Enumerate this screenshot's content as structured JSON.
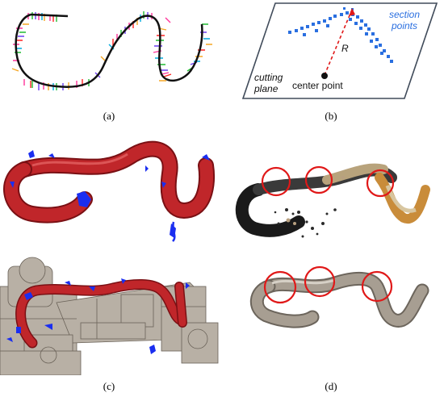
{
  "figure": {
    "captions": {
      "a": "(a)",
      "b": "(b)",
      "c": "(c)",
      "d": "(d)"
    },
    "panel_b": {
      "label_section_points": [
        "section",
        "points"
      ],
      "label_cutting_plane": [
        "cutting",
        "plane"
      ],
      "label_center_point": "center point",
      "label_radius": "R"
    }
  },
  "colors": {
    "tube_red": "#c0262a",
    "tube_gray": "#a79e92",
    "points_blue": "#2a6fe0",
    "marker_blue": "#1a2ef0",
    "circle_red": "#e01818",
    "plane_border": "#404b5a"
  }
}
